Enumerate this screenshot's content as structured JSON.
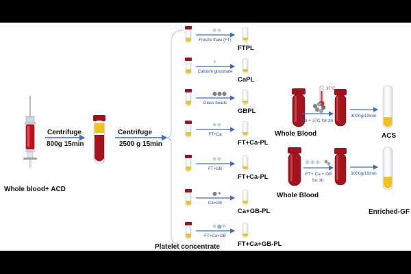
{
  "colors": {
    "black_band": "#000000",
    "canvas": "#ffffff",
    "blood": "#a3141d",
    "plasma": "#f2c21a",
    "arrow": "#3a6fc4",
    "cap": "#a0121c",
    "text": "#111111"
  },
  "left": {
    "whole_blood_acd": "Whole blood+ ACD",
    "centrifuge1_title": "Centrifuge",
    "centrifuge1_params": "800g  15min",
    "centrifuge2_title": "Centrifuge",
    "centrifuge2_params": "2500 g   15min",
    "platelet_concentrate": "Platelet concentrate"
  },
  "branches": [
    {
      "arrow_label": "Freeze thaw (FT)",
      "product": "FTPL",
      "icon": "snowflakes-icon"
    },
    {
      "arrow_label": "Calcium gluconate",
      "product": "CaPL",
      "icon": "calcium-star-icon"
    },
    {
      "arrow_label": "Glass beads",
      "product": "GBPL",
      "icon": "glass-beads-icon"
    },
    {
      "arrow_label": "FT+Ca",
      "product": "FT+Ca-PL",
      "icon": "snowflake-calcium-icon"
    },
    {
      "arrow_label": "FT+GB",
      "product": "FT+Ca-PL",
      "icon": "snowflake-beads-icon"
    },
    {
      "arrow_label": "Ca+GB",
      "product": "Ca+GB-PL",
      "icon": "calcium-beads-icon"
    },
    {
      "arrow_label": "FT+Ca+GB",
      "product": "FT+Ca+GB-PL",
      "icon": "snowflake-calcium-beads-icon"
    }
  ],
  "right": {
    "thermometer_text": "37°C",
    "acs_step1": "GB + 37C for 3h",
    "acs_step2": "3000g/10min",
    "acs_source": "Whole Blood",
    "acs_product": "ACS",
    "gf_step1_line1": "FT+ Ca + GB",
    "gf_step1_line2": "for 1h",
    "gf_step2": "3000g/10min",
    "gf_source": "Whole Blood",
    "gf_product": "Enriched-GF"
  }
}
